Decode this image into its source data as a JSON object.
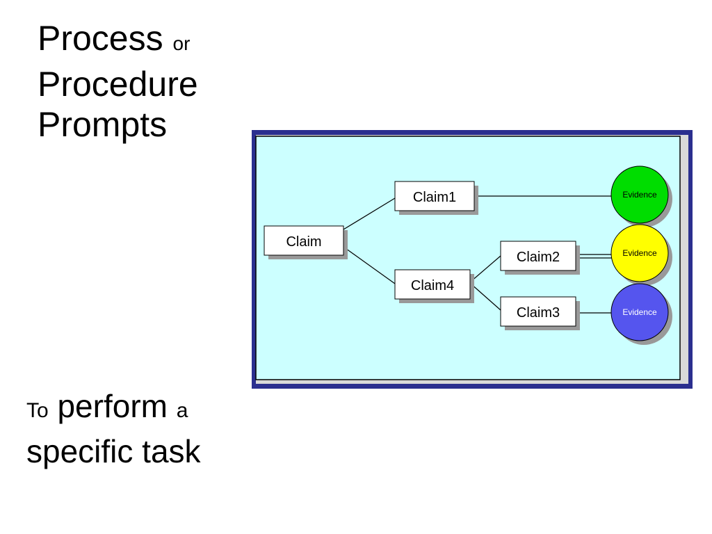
{
  "title": {
    "line1_main": "Process",
    "line1_small": "or",
    "line2": "Procedure",
    "line3": "Prompts"
  },
  "subtitle": {
    "word1_small": "To",
    "word2": "perform",
    "word3_small": "a",
    "line2": "specific task"
  },
  "diagram": {
    "background_color": "#ccffff",
    "frame_color": "#2b2f8f",
    "nodes": {
      "root": "Claim",
      "claim1": "Claim1",
      "claim4": "Claim4",
      "claim2": "Claim2",
      "claim3": "Claim3"
    },
    "evidence": [
      {
        "label": "Evidence",
        "color": "#00dd00"
      },
      {
        "label": "Evidence",
        "color": "#ffff00"
      },
      {
        "label": "Evidence",
        "color": "#5555ee"
      }
    ]
  }
}
